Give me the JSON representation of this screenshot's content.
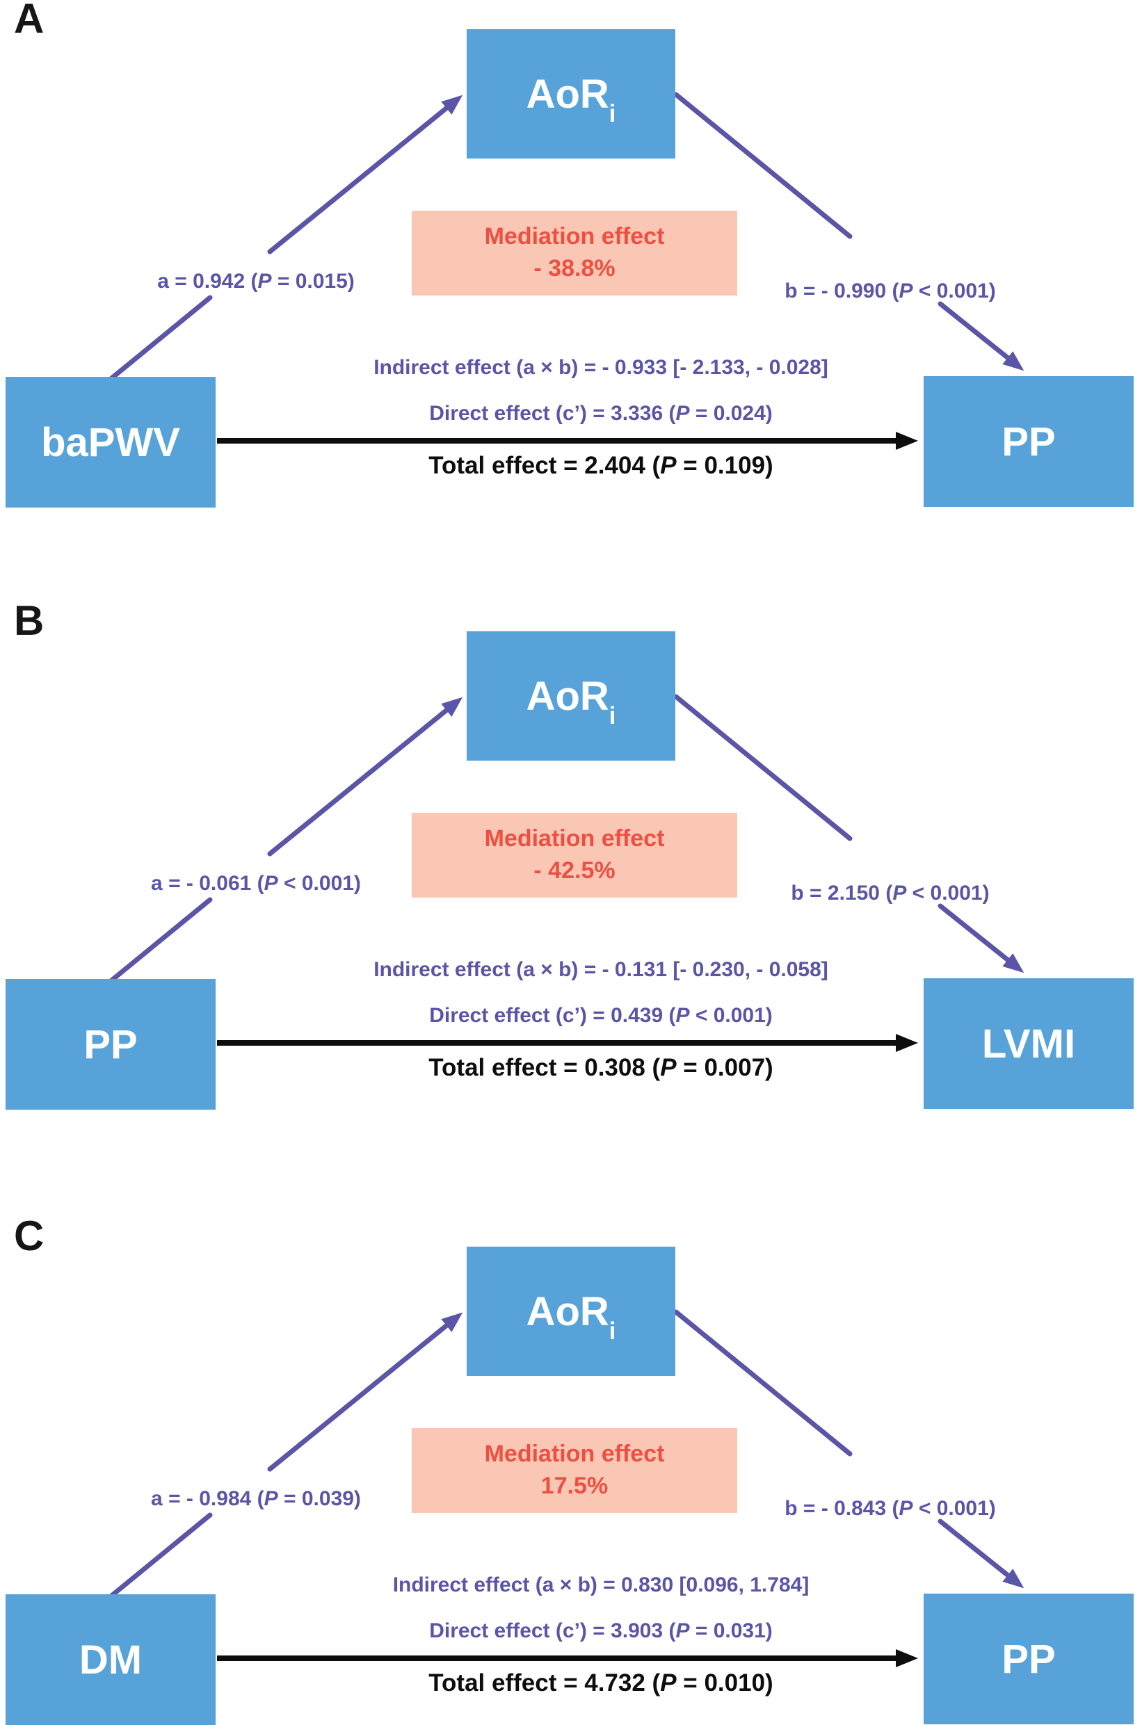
{
  "figure": {
    "colors": {
      "box_blue": "#57a3d9",
      "mediation_bg": "#f9c7b3",
      "mediation_text": "#ee4f43",
      "path_purple": "#5a55a6"
    }
  },
  "panels": [
    {
      "label": "A",
      "mediator": {
        "main": "AoR",
        "sub": "i"
      },
      "left_box": "baPWV",
      "right_box": "PP",
      "path_a": {
        "pre": "a = 0.942 (",
        "p": "P",
        "post": " = 0.015)"
      },
      "path_b": {
        "pre": "b = - 0.990 (",
        "p": "P",
        "post": " < 0.001)"
      },
      "mediation": {
        "line1": "Mediation effect",
        "line2": "- 38.8%"
      },
      "indirect": "Indirect effect (a × b) = - 0.933 [- 2.133, - 0.028]",
      "direct": {
        "pre": "Direct effect (c’) = 3.336 (",
        "p": "P",
        "post": " = 0.024)"
      },
      "total": {
        "pre": "Total effect = 2.404 (",
        "p": "P",
        "post": " = 0.109)"
      }
    },
    {
      "label": "B",
      "mediator": {
        "main": "AoR",
        "sub": "i"
      },
      "left_box": "PP",
      "right_box": "LVMI",
      "path_a": {
        "pre": "a = - 0.061 (",
        "p": "P",
        "post": " < 0.001)"
      },
      "path_b": {
        "pre": "b = 2.150 (",
        "p": "P",
        "post": " < 0.001)"
      },
      "mediation": {
        "line1": "Mediation effect",
        "line2": "- 42.5%"
      },
      "indirect": "Indirect effect (a × b) = - 0.131 [- 0.230, - 0.058]",
      "direct": {
        "pre": "Direct effect (c’) = 0.439 (",
        "p": "P",
        "post": " < 0.001)"
      },
      "total": {
        "pre": "Total effect = 0.308 (",
        "p": "P",
        "post": " = 0.007)"
      }
    },
    {
      "label": "C",
      "mediator": {
        "main": "AoR",
        "sub": "i"
      },
      "left_box": "DM",
      "right_box": "PP",
      "path_a": {
        "pre": "a = - 0.984 (",
        "p": "P",
        "post": " = 0.039)"
      },
      "path_b": {
        "pre": "b = - 0.843 (",
        "p": "P",
        "post": " < 0.001)"
      },
      "mediation": {
        "line1": "Mediation effect",
        "line2": "17.5%"
      },
      "indirect": "Indirect effect (a × b) = 0.830 [0.096, 1.784]",
      "direct": {
        "pre": "Direct effect (c’) = 3.903 (",
        "p": "P",
        "post": " = 0.031)"
      },
      "total": {
        "pre": "Total effect = 4.732 (",
        "p": "P",
        "post": " = 0.010)"
      }
    }
  ]
}
